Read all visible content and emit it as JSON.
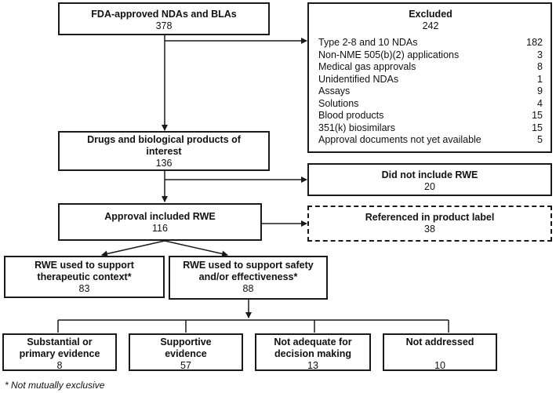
{
  "boxes": {
    "fda": {
      "title": "FDA-approved NDAs and BLAs",
      "count": "378"
    },
    "excluded": {
      "title": "Excluded",
      "count": "242"
    },
    "drugs": {
      "title": "Drugs and biological products of interest",
      "count": "136"
    },
    "no_rwe": {
      "title": "Did not include RWE",
      "count": "20"
    },
    "rwe": {
      "title": "Approval included RWE",
      "count": "116"
    },
    "label": {
      "title": "Referenced in product label",
      "count": "38"
    },
    "context": {
      "title": "RWE used to support therapeutic context*",
      "count": "83"
    },
    "safety": {
      "title": "RWE used to support safety and/or effectiveness*",
      "count": "88"
    },
    "substantial": {
      "title": "Substantial or primary evidence",
      "count": "8"
    },
    "supportive": {
      "title": "Supportive evidence",
      "count": "57"
    },
    "not_adequate": {
      "title": "Not adequate for decision making",
      "count": "13"
    },
    "not_addressed": {
      "title": "Not addressed",
      "count": "10"
    }
  },
  "excluded_items": [
    {
      "label": "Type 2-8 and 10 NDAs",
      "value": "182"
    },
    {
      "label": "Non-NME 505(b)(2) applications",
      "value": "3"
    },
    {
      "label": "Medical gas approvals",
      "value": "8"
    },
    {
      "label": "Unidentified NDAs",
      "value": "1"
    },
    {
      "label": "Assays",
      "value": "9"
    },
    {
      "label": "Solutions",
      "value": "4"
    },
    {
      "label": "Blood products",
      "value": "15"
    },
    {
      "label": "351(k) biosimilars",
      "value": "15"
    },
    {
      "label": "Approval documents not yet available",
      "value": "5"
    }
  ],
  "footnote": "* Not mutually exclusive"
}
